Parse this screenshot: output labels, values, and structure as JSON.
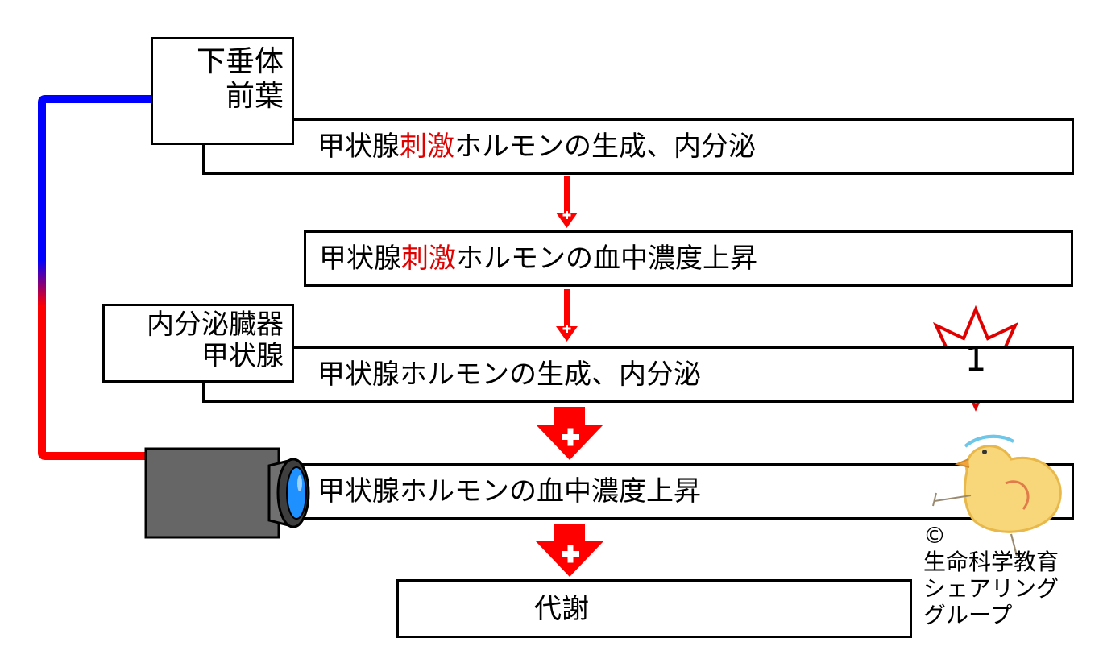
{
  "organs": {
    "pituitary": {
      "line1": "下垂体",
      "line2": "前葉"
    },
    "endocrine": {
      "line1": "内分泌臓器",
      "line2": "甲状腺"
    }
  },
  "steps": [
    {
      "prefix": "甲状腺",
      "highlight": "刺激",
      "suffix": "ホルモンの生成、内分泌"
    },
    {
      "prefix": "甲状腺",
      "highlight": "刺激",
      "suffix": "ホルモンの血中濃度上昇"
    },
    {
      "text": "甲状腺ホルモンの生成、内分泌"
    },
    {
      "text": "甲状腺ホルモンの血中濃度上昇"
    },
    {
      "text": "代謝"
    }
  ],
  "badge": {
    "label": "1"
  },
  "credit": {
    "copyright": "©",
    "line1": "生命科学教育",
    "line2": "シェアリング",
    "line3": "グループ"
  },
  "colors": {
    "negative_feedback": "#0000ff",
    "positive": "#ff0000",
    "highlight_text": "#e00000"
  }
}
